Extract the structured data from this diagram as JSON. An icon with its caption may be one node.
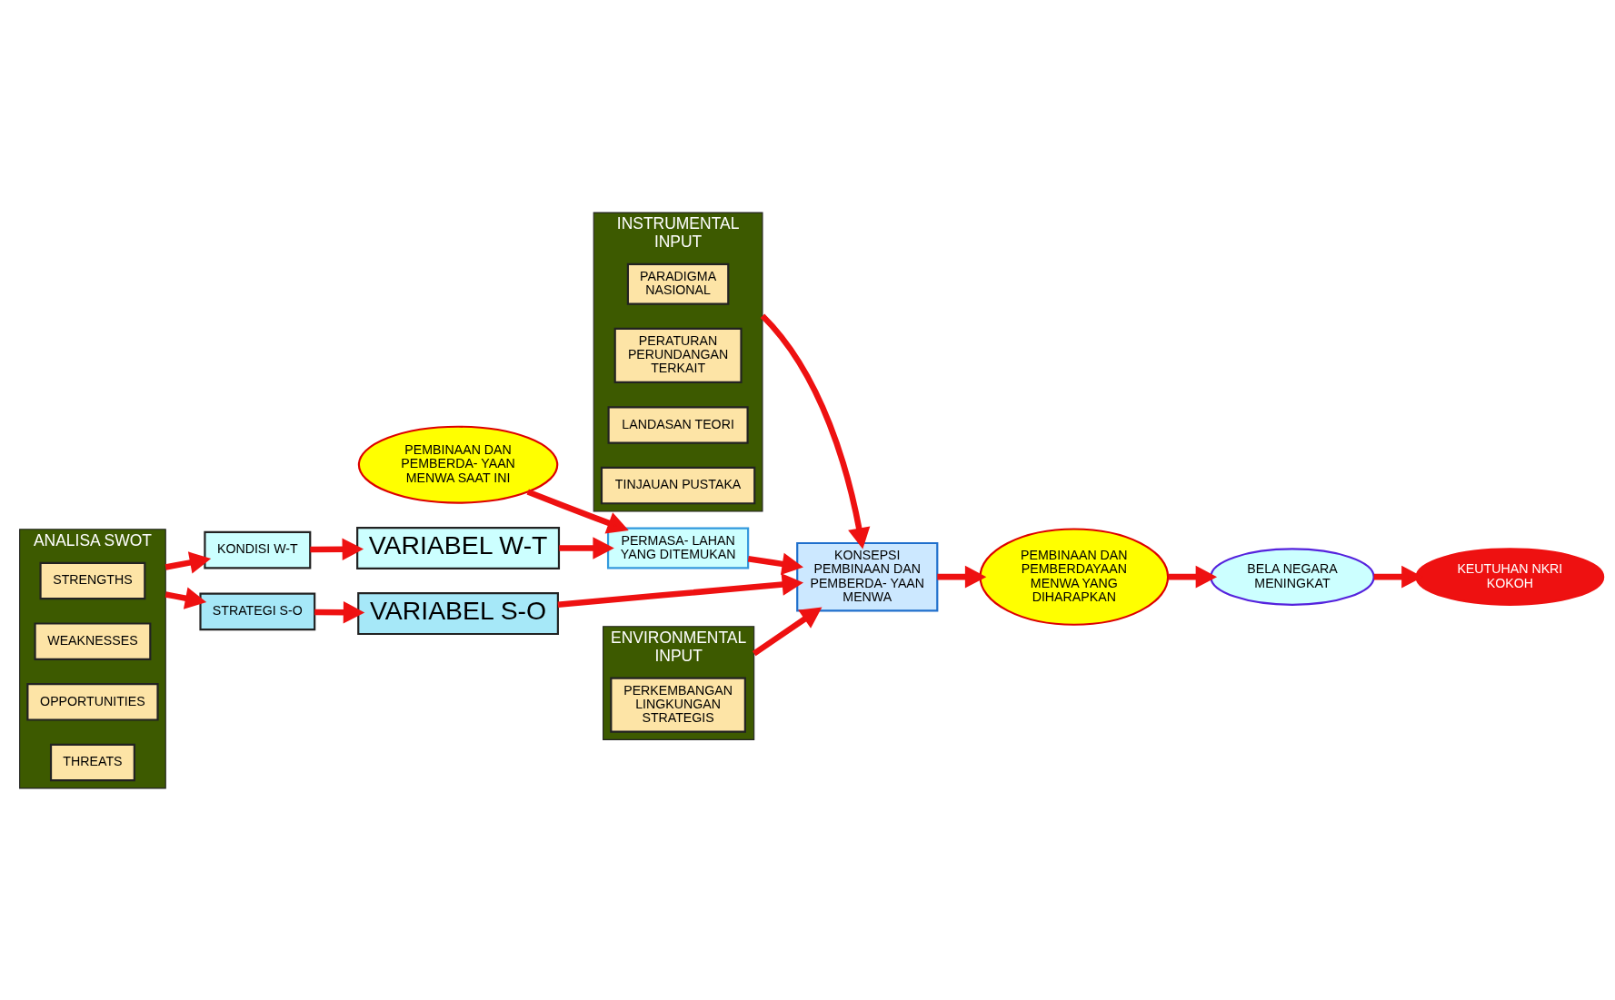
{
  "diagram": {
    "nodes": [
      {
        "text": [
          "INSTRUMENTAL INPUT"
        ]
      },
      {
        "text": [
          "PARADIGMA NASIONAL"
        ],
        "in": 0
      },
      {
        "text": [
          "PERATURAN PERUNDANGAN TERKAIT"
        ],
        "in": 0
      },
      {
        "text": [
          "LANDASAN TEORI"
        ],
        "in": 0
      },
      {
        "text": [
          "TINJAUAN PUSTAKA"
        ],
        "in": 0
      },
      {
        "text": [
          "KEUTUHAN NKRI KOKOH"
        ]
      },
      {
        "text": [
          "PEMBINAAN DAN PEMBERDA- YAAN MENWA SAAT INI"
        ]
      },
      {
        "text": [
          "PERMASA- LAHAN YANG DITEMUKAN"
        ]
      },
      {
        "text": [
          "KONSEPSI PEMBINAAN DAN PEMBERDA- YAAN MENWA"
        ]
      },
      {
        "text": [
          "PEMBINAAN DAN PEMBERDAYAAN MENWA YANG DIHARAPKAN"
        ]
      },
      {
        "text": [
          "BELA NEGARA MENINGKAT"
        ]
      },
      {
        "text": [
          "VARIABEL W-T"
        ]
      },
      {
        "text": [
          "ENVIRONMENTAL INPUT"
        ]
      },
      {
        "text": [
          "PERKEMBANGAN LINGKUNGAN STRATEGIS"
        ],
        "in": 12
      },
      {
        "text": [
          "VARIABEL S-O"
        ]
      },
      {
        "text": [
          "KONDISI W-T"
        ]
      },
      {
        "text": [
          "ANALISA SWOT"
        ]
      },
      {
        "text": [
          "STRENGTHS"
        ],
        "in": 16
      },
      {
        "text": [
          "WEAKNESSES"
        ],
        "in": 16
      },
      {
        "text": [
          "OPPORTUNITIES"
        ],
        "in": 16
      },
      {
        "text": [
          "THREATS"
        ],
        "in": 16
      },
      {
        "text": [
          "STRATEGI S-O"
        ]
      }
    ],
    "edges": [
      {
        "from": 0,
        "to": 8,
        "arrow": "to"
      },
      {
        "from": 6,
        "to": 7,
        "arrow": "to"
      },
      {
        "from": 7,
        "to": 8,
        "arrow": "to"
      },
      {
        "from": 8,
        "to": 9,
        "arrow": "to"
      },
      {
        "from": 9,
        "to": 10,
        "arrow": "to"
      },
      {
        "from": 10,
        "to": 5,
        "arrow": "to"
      },
      {
        "from": 11,
        "to": 7,
        "arrow": "to"
      },
      {
        "from": 12,
        "to": 8,
        "arrow": "to"
      },
      {
        "from": 14,
        "to": 8,
        "arrow": "to"
      },
      {
        "from": 15,
        "to": 11,
        "arrow": "to"
      },
      {
        "from": 21,
        "to": 14,
        "arrow": "to"
      },
      {
        "from": 16,
        "to": 15,
        "arrow": "to"
      },
      {
        "from": 16,
        "to": 21,
        "arrow": "to"
      }
    ]
  }
}
